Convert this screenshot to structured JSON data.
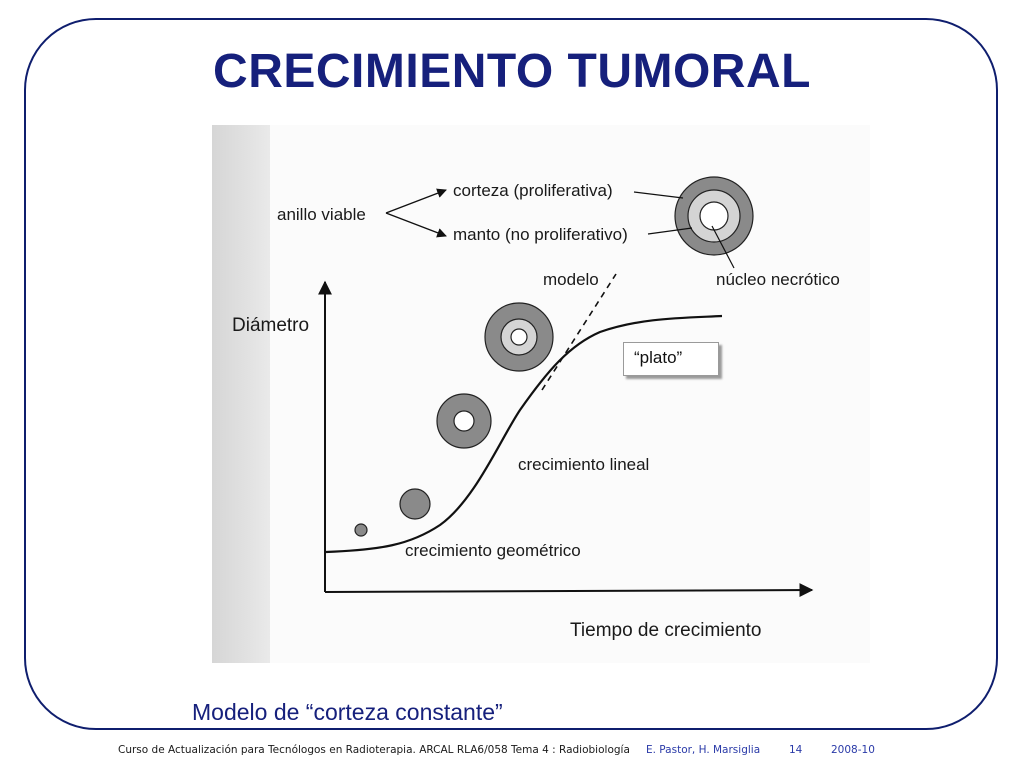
{
  "slide": {
    "title": "CRECIMIENTO TUMORAL",
    "caption": "Modelo de “corteza constante”",
    "border_color": "#0f1e6e",
    "title_color": "#16207c"
  },
  "diagram": {
    "labels": {
      "anillo_viable": "anillo viable",
      "corteza": "corteza (proliferativa)",
      "manto": "manto (no proliferativo)",
      "nucleo": "núcleo necrótico",
      "modelo": "modelo",
      "diametro": "Diámetro",
      "tiempo": "Tiempo de crecimiento",
      "crec_lineal": "crecimiento lineal",
      "crec_geometrico": "crecimiento geométrico"
    },
    "plato_label": "“plato”"
  },
  "footer": {
    "course": "Curso de Actualización para Tecnólogos en Radioterapia.  ARCAL RLA6/058  Tema 4 : Radiobiología",
    "authors": "E. Pastor, H. Marsiglia",
    "page": "14",
    "date": "2008-10"
  }
}
